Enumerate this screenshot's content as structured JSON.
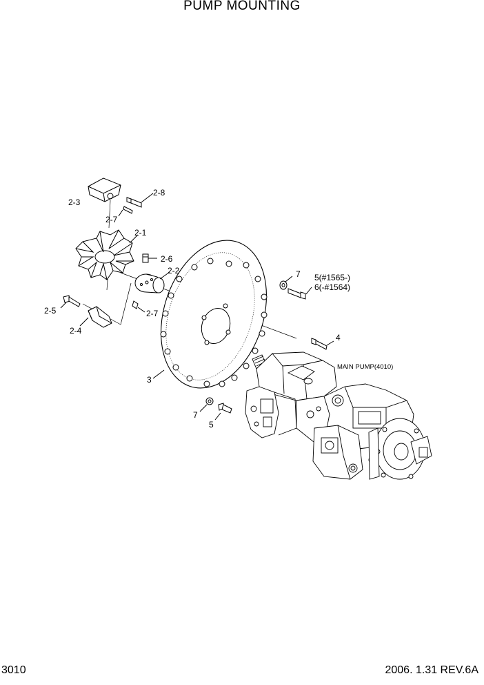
{
  "title": "PUMP MOUNTING",
  "page_number": "3010",
  "revision": "2006. 1.31  REV.6A",
  "labels": {
    "l_2_8": "2-8",
    "l_2_3": "2-3",
    "l_2_7a": "2-7",
    "l_2_1": "2-1",
    "l_2_6": "2-6",
    "l_2_2": "2-2",
    "l_2_7b": "2-7",
    "l_2_5": "2-5",
    "l_2_4": "2-4",
    "l_3": "3",
    "l_7a": "7",
    "l_5a": "5(#1565-)",
    "l_6": "6(-#1564)",
    "l_4": "4",
    "l_main_pump": "MAIN PUMP(4010)",
    "l_7b": "7",
    "l_5b": "5"
  }
}
